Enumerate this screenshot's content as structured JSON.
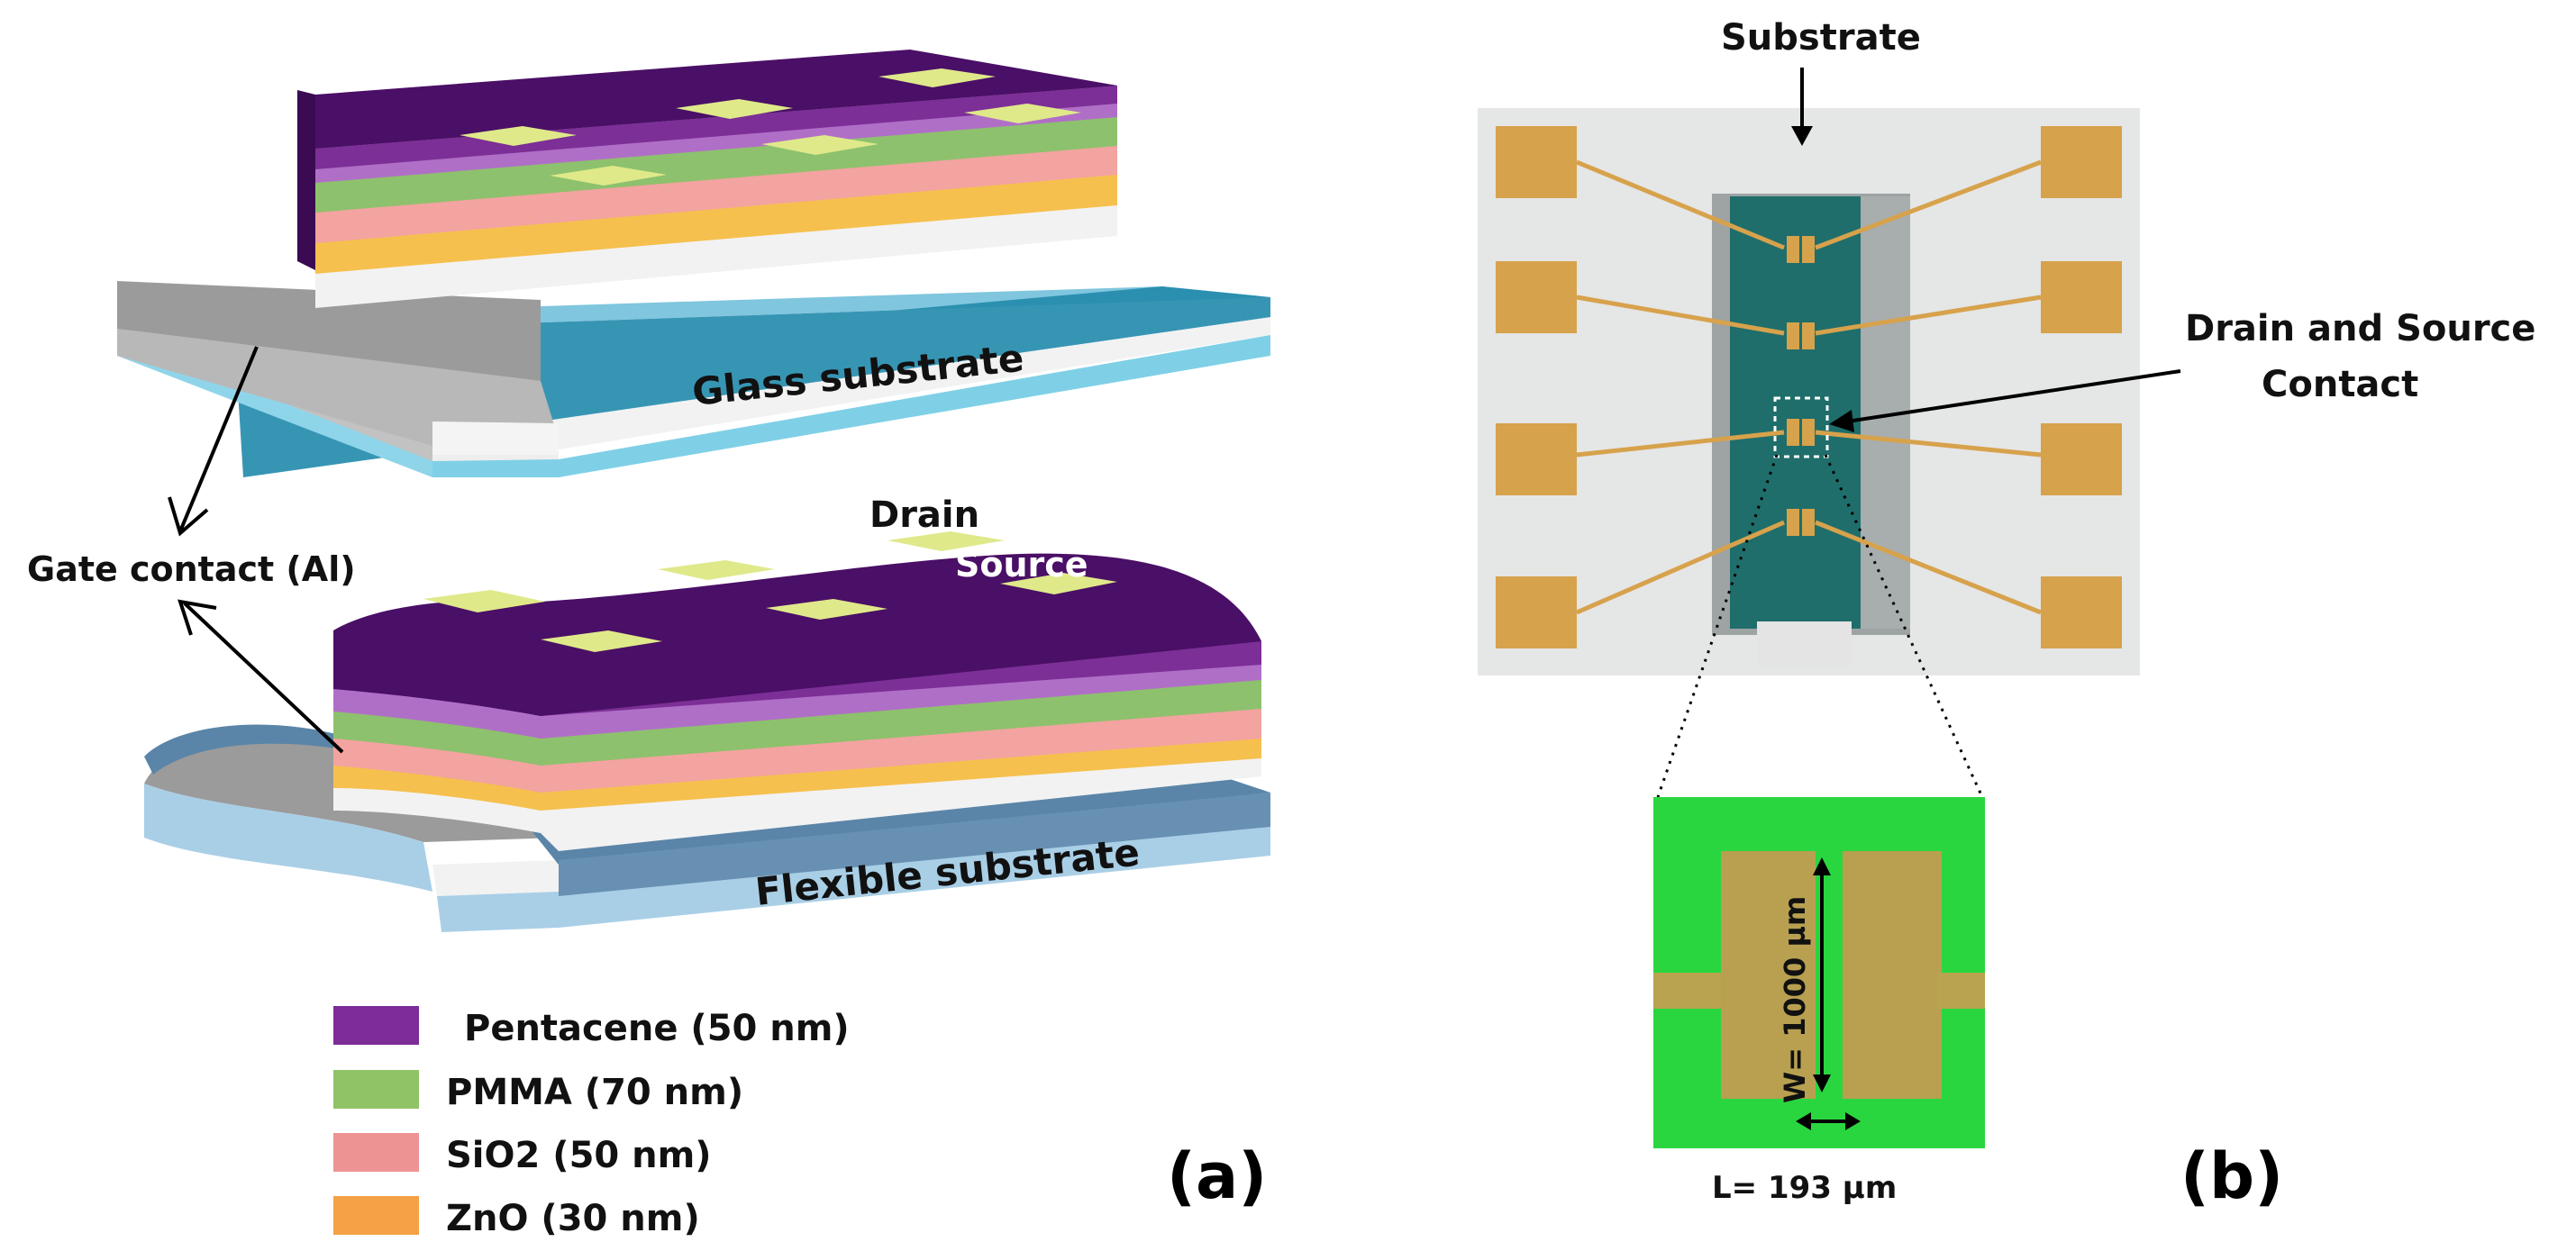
{
  "panel_a": {
    "label": "(a)",
    "glass_substrate": "Glass substrate",
    "flexible_substrate": "Flexible substrate",
    "gate_contact": "Gate contact (Al)",
    "drain": "Drain",
    "source": "Source",
    "legend": [
      {
        "text": "Pentacene (50 nm)",
        "color": "#7d2c98"
      },
      {
        "text": "PMMA (70 nm)",
        "color": "#90c266"
      },
      {
        "text": "SiO2  (50 nm)",
        "color": "#ee9393"
      },
      {
        "text": "ZnO  (30 nm)",
        "color": "#f4a245"
      }
    ]
  },
  "panel_b": {
    "label": "(b)",
    "substrate": "Substrate",
    "drain_source_line1": "Drain and Source",
    "drain_source_line2": "Contact",
    "width_label": "W= 1000 µm",
    "length_label": "L= 193 µm"
  },
  "colors": {
    "pentacene_top": "#4a0f66",
    "pentacene_side": "#7c2f96",
    "pentacene_light": "#b06fc7",
    "pmma": "#8dc16d",
    "sio2": "#f3a3a0",
    "zno": "#f6c04e",
    "white_layer": "#f2f2f2",
    "glass_top": "#2b8fb0",
    "glass_side": "#8fd5ea",
    "flex_top": "#5a85a8",
    "flex_side": "#a9cfe6",
    "aluminium": "#9a9a9a",
    "contact_pad": "#dfe98a",
    "gold": "#d7a24c",
    "teal": "#1f6e6b",
    "bright_green": "#2ad63f"
  }
}
